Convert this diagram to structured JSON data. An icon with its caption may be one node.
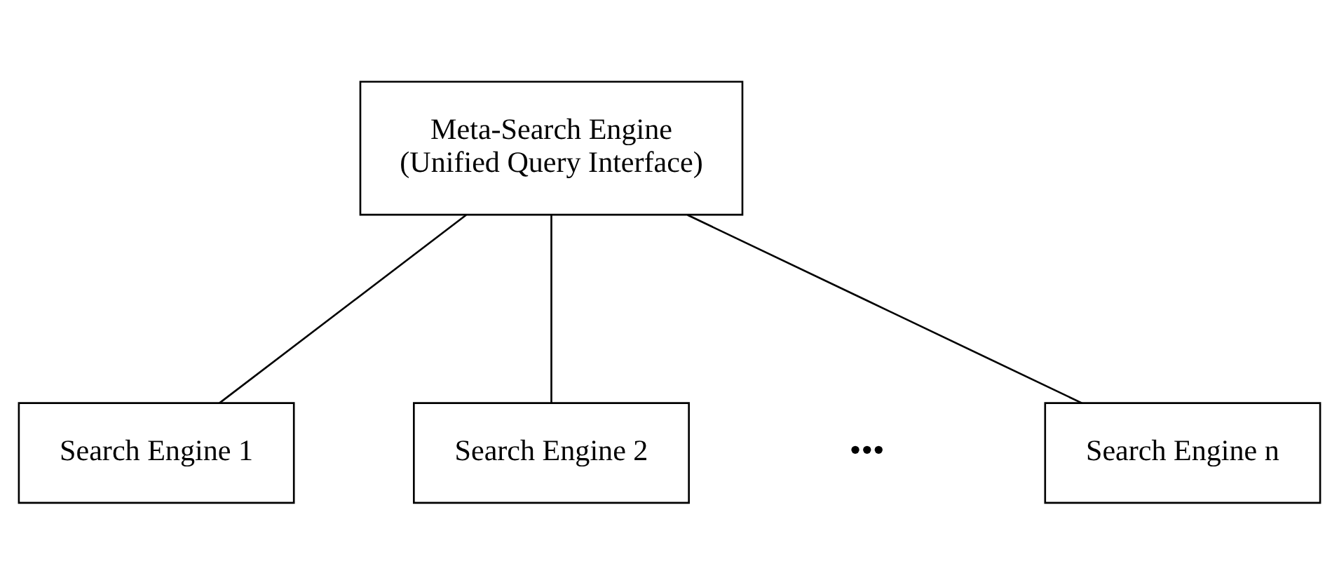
{
  "diagram": {
    "nodes": [
      {
        "text": [
          "Meta-Search Engine",
          "(Unified Query Interface)"
        ]
      },
      {
        "text": [
          "Search Engine 1"
        ]
      },
      {
        "text": [
          "Search Engine 2"
        ]
      },
      {
        "text": [
          "Search Engine n"
        ]
      }
    ],
    "edges": [
      {
        "from": 0,
        "to": 1,
        "arrow": "none"
      },
      {
        "from": 0,
        "to": 2,
        "arrow": "none"
      },
      {
        "from": 0,
        "to": 3,
        "arrow": "none"
      }
    ],
    "labels": [
      "•••"
    ]
  }
}
